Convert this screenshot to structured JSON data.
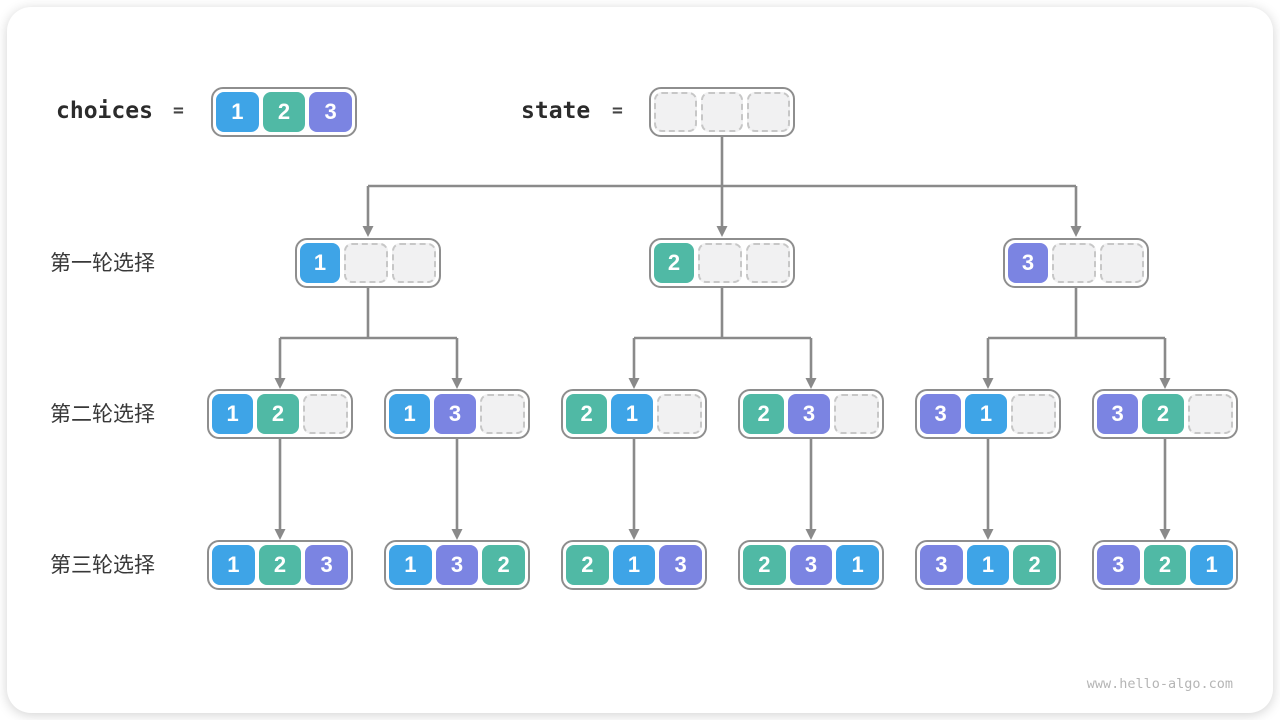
{
  "header": {
    "choices_label": "choices",
    "eq": "=",
    "state_label": "state",
    "choices": [
      "1",
      "2",
      "3"
    ],
    "state": [
      "",
      "",
      ""
    ]
  },
  "rows": [
    {
      "label": "第一轮选择",
      "nodes": [
        [
          "1",
          "",
          ""
        ],
        [
          "2",
          "",
          ""
        ],
        [
          "3",
          "",
          ""
        ]
      ]
    },
    {
      "label": "第二轮选择",
      "nodes": [
        [
          "1",
          "2",
          ""
        ],
        [
          "1",
          "3",
          ""
        ],
        [
          "2",
          "1",
          ""
        ],
        [
          "2",
          "3",
          ""
        ],
        [
          "3",
          "1",
          ""
        ],
        [
          "3",
          "2",
          ""
        ]
      ]
    },
    {
      "label": "第三轮选择",
      "nodes": [
        [
          "1",
          "2",
          "3"
        ],
        [
          "1",
          "3",
          "2"
        ],
        [
          "2",
          "1",
          "3"
        ],
        [
          "2",
          "3",
          "1"
        ],
        [
          "3",
          "1",
          "2"
        ],
        [
          "3",
          "2",
          "1"
        ]
      ]
    }
  ],
  "watermark": "www.hello-algo.com",
  "colors": {
    "v1": "#3EA4E7",
    "v2": "#50B9A5",
    "v3": "#7B84E2",
    "line": "#8A8A8A",
    "border": "#8E8E8E",
    "empty_fill": "#F1F1F2",
    "empty_border": "#C7C7C7"
  }
}
